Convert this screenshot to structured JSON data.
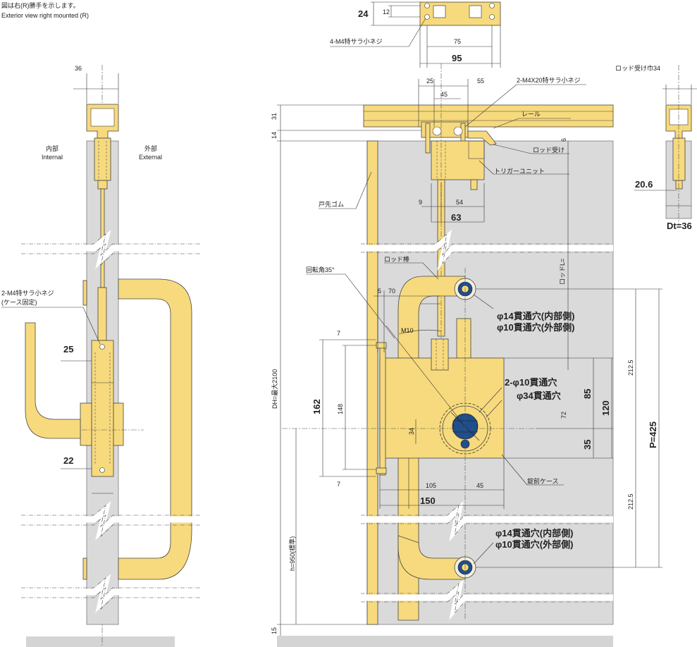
{
  "notes": {
    "jp": "図は右(R)勝手を示します。",
    "en": "Exterior view right mounted (R)"
  },
  "side_view": {
    "width_dim": "36",
    "internal_jp": "内部",
    "internal_en": "Internal",
    "external_jp": "外部",
    "external_en": "External",
    "screw_label_1": "2-M4特サラ小ネジ",
    "screw_label_2": "(ケース固定)",
    "dim_25": "25",
    "dim_22": "22"
  },
  "top_view": {
    "dim_24": "24",
    "dim_12": "12",
    "dim_75": "75",
    "dim_95": "95",
    "screw_label": "4-M4特サラ小ネジ"
  },
  "front_view": {
    "dim_25": "25",
    "dim_55": "55",
    "dim_45": "45",
    "screw_label": "2-M4X20特サラ小ネジ",
    "rail_label": "レール",
    "rod_holder_label": "ロッド受け",
    "trigger_unit_label": "トリガーユニット",
    "door_rubber_label": "戸先ゴム",
    "dim_31": "31",
    "dim_14": "14",
    "dim_6": "6",
    "dim_9": "9",
    "dim_54": "54",
    "dim_63": "63",
    "rod_label": "ロッド棒",
    "rotation_label": "回転角35°",
    "rod_length_label": "ロッドL=",
    "dim_5": "5",
    "dim_70": "70",
    "m10_label": "M10",
    "hole14_a": "φ14貫通穴(内部側)",
    "hole10_a": "φ10貫通穴(外部側)",
    "holes_2_10": "2-φ10貫通穴",
    "hole34": "φ34貫通穴",
    "dim_7a": "7",
    "dim_7b": "7",
    "dim_162": "162",
    "dim_148": "148",
    "dim_34": "34",
    "dim_72": "72",
    "dim_85": "85",
    "dim_120": "120",
    "dim_35": "35",
    "dim_2125a": "212.5",
    "dim_2125b": "212.5",
    "dim_p425": "P=425",
    "dim_105": "105",
    "dim_45b": "45",
    "dim_150": "150",
    "lock_case_label": "錠前ケース",
    "hole14_b": "φ14貫通穴(内部側)",
    "hole10_b": "φ10貫通穴(外部側)",
    "dh_label": "DH=最大2100",
    "h_label": "h=950(標準)",
    "dim_15": "15"
  },
  "detail_view": {
    "holder_width_label": "ロッド受け巾34",
    "dim_206": "20.6",
    "dt_label": "Dt=36"
  },
  "colors": {
    "hardware": "#f7da7d",
    "door": "#dadada",
    "cylinder": "#1f4e8c"
  }
}
